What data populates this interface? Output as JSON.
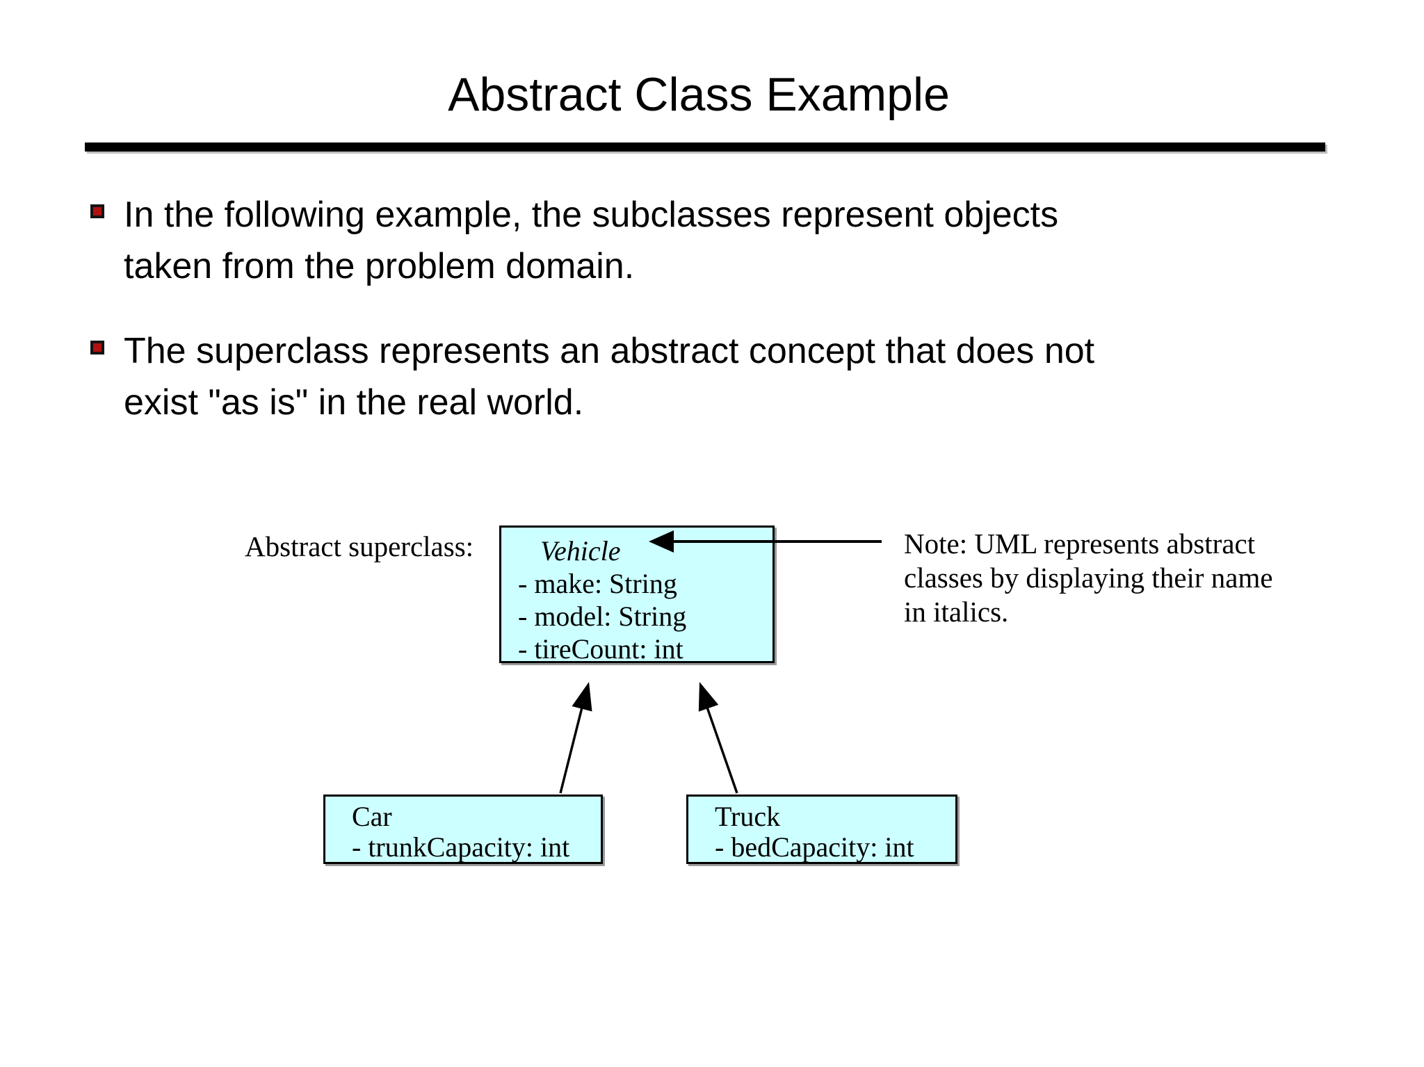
{
  "slide": {
    "title": "Abstract Class Example",
    "bullets": [
      {
        "lines": [
          "In the following example, the subclasses represent objects",
          "taken from the problem domain."
        ]
      },
      {
        "lines": [
          "The superclass represents an abstract concept that does not",
          "exist \"as is\" in the real world."
        ]
      }
    ]
  },
  "diagram": {
    "superclass_label": "Abstract superclass:",
    "note_lines": [
      "Note: UML represents abstract",
      "classes by displaying their name",
      "in italics."
    ],
    "classes": {
      "vehicle": {
        "name": "Vehicle",
        "attributes": [
          "- make: String",
          "- model: String",
          "- tireCount: int"
        ]
      },
      "car": {
        "name": "Car",
        "attributes": [
          "- trunkCapacity: int"
        ]
      },
      "truck": {
        "name": "Truck",
        "attributes": [
          "- bedCapacity: int"
        ]
      }
    }
  },
  "colors": {
    "class_box_fill": "#CCFFFF",
    "box_border": "#000000",
    "bullet_marker_red": "#B01212",
    "text": "#000000"
  }
}
